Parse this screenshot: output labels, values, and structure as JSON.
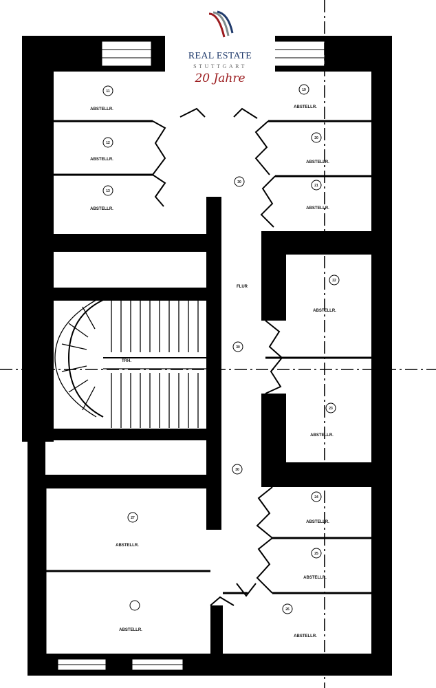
{
  "logo": {
    "brand": "REAL ESTATE",
    "city": "STUTTGART",
    "tagline": "20 Jahre",
    "colors": [
      "#1f3a6b",
      "#9b1b1e",
      "#7f8c8d"
    ]
  },
  "plan": {
    "wall_color": "#000000",
    "background": "#ffffff",
    "rooms": [
      {
        "id": "room-11",
        "number": "11",
        "label": "ABSTELLR."
      },
      {
        "id": "room-12",
        "number": "12",
        "label": "ABSTELLR."
      },
      {
        "id": "room-13",
        "number": "13",
        "label": "ABSTELLR."
      },
      {
        "id": "room-19",
        "number": "19",
        "label": "ABSTELLR."
      },
      {
        "id": "room-20",
        "number": "20",
        "label": "ABSTELLR."
      },
      {
        "id": "room-21",
        "number": "21",
        "label": "ABSTELLR."
      },
      {
        "id": "room-22",
        "number": "22",
        "label": "ABSTELLR."
      },
      {
        "id": "room-23",
        "number": "23",
        "label": "ABSTELLR."
      },
      {
        "id": "room-24",
        "number": "24",
        "label": "ABSTELLR."
      },
      {
        "id": "room-25",
        "number": "25",
        "label": "ABSTELLR."
      },
      {
        "id": "room-26",
        "number": "26",
        "label": "ABSTELLR."
      },
      {
        "id": "room-27",
        "number": "27",
        "label": "ABSTELLR."
      }
    ],
    "corridor_label": "FLUR",
    "stair_label": "TRH.",
    "corridor_markers": [
      "30",
      "30",
      "30"
    ]
  }
}
